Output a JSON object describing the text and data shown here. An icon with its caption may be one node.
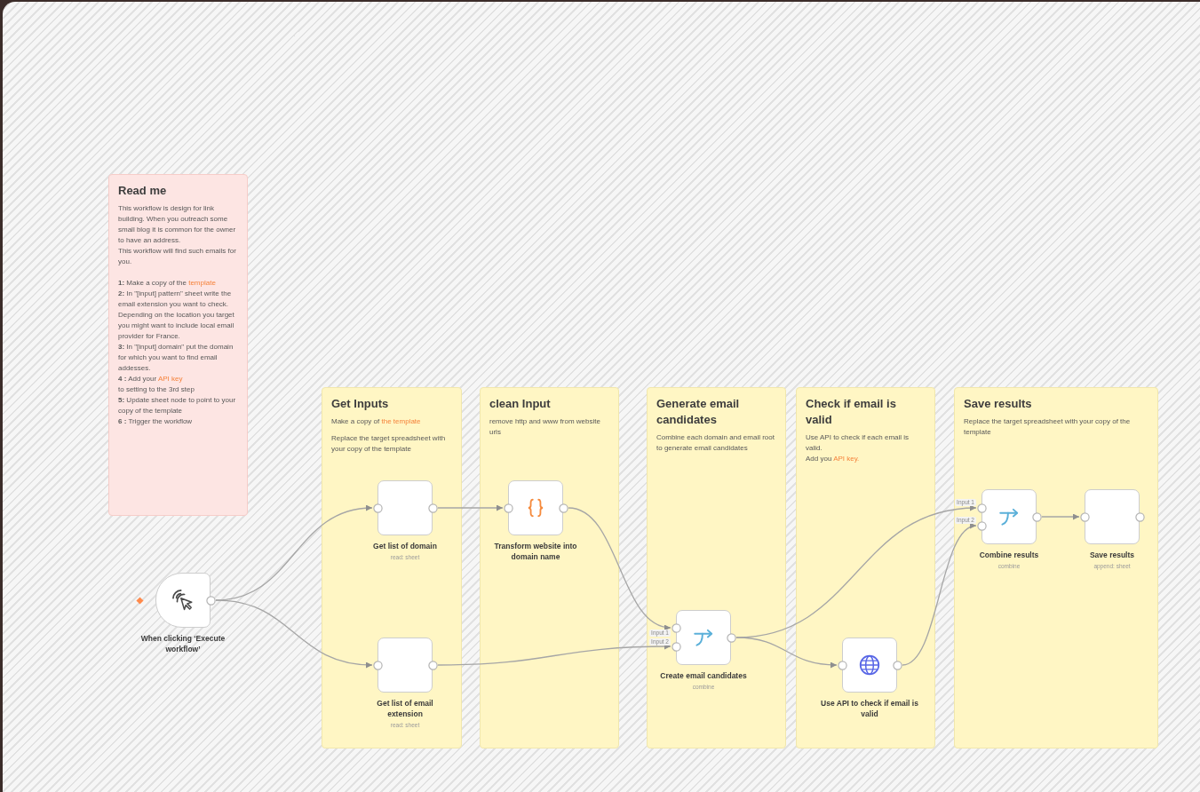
{
  "diagram": {
    "nodes": [
      {
        "text": [
          "Read me",
          "This workflow is design for link building. When you outreach some small blog it is common for the owner to have an address.",
          "This workflow will find such emails for you.",
          "**1:** Make a copy of the",
          "template",
          "**2:** In \"[input] pattern\" sheet write the email extension you want to check. Depending on the location you target you might want to include local email provider for France.",
          "**3:** In \"[input] domain\" put the domain for which you want to find email addesses.",
          "**4 :** Add your",
          "API key",
          "to setting to the 3rd step",
          "**5:** Update sheet node to point to your copy of the template",
          "**6 :** Trigger the workflow"
        ]
      },
      {
        "text": [
          "Get Inputs",
          "Make a copy of",
          "the template",
          "Replace the target spreadsheet with your copy of the template"
        ]
      },
      {
        "text": [
          "clean Input",
          "remove http and www from website urls"
        ]
      },
      {
        "text": [
          "Generate email candidates",
          "Combine each domain and email root to generate email candidates"
        ]
      },
      {
        "text": [
          "Check if email is valid",
          "Use API to check if each email is valid.",
          "Add you",
          "API key."
        ]
      },
      {
        "text": [
          "Save results",
          "Replace the target spreadsheet with your copy of the template"
        ]
      },
      {
        "text": [
          "When clicking ‘Execute workflow’"
        ]
      },
      {
        "text": [
          "Get list of domain",
          "read: sheet"
        ],
        "in": 1
      },
      {
        "text": [
          "Get list of email extension",
          "read: sheet"
        ],
        "in": 1
      },
      {
        "text": [
          "Transform website into domain name"
        ],
        "in": 2
      },
      {
        "text": [
          "Create email candidates",
          "combine"
        ],
        "in": 3,
        "beside": [
          "Input 1",
          "Input 2"
        ]
      },
      {
        "text": [
          "Use API to check if email is valid"
        ],
        "in": 4
      },
      {
        "text": [
          "Combine results",
          "combine"
        ],
        "in": 5,
        "beside": [
          "Input 1",
          "Input 2"
        ]
      },
      {
        "text": [
          "Save results",
          "append: sheet"
        ],
        "in": 5
      }
    ],
    "edges": [
      {
        "from": 6,
        "to": 7,
        "arrow": "to"
      },
      {
        "from": 6,
        "to": 8,
        "arrow": "to"
      },
      {
        "from": 7,
        "to": 9,
        "arrow": "to"
      },
      {
        "from": 9,
        "to": 10,
        "arrow": "to"
      },
      {
        "from": 8,
        "to": 10,
        "arrow": "to"
      },
      {
        "from": 10,
        "to": 12,
        "arrow": "to"
      },
      {
        "from": 10,
        "to": 11,
        "arrow": "to"
      },
      {
        "from": 11,
        "to": 12,
        "arrow": "to"
      },
      {
        "from": 12,
        "to": 13,
        "arrow": "to"
      }
    ]
  }
}
